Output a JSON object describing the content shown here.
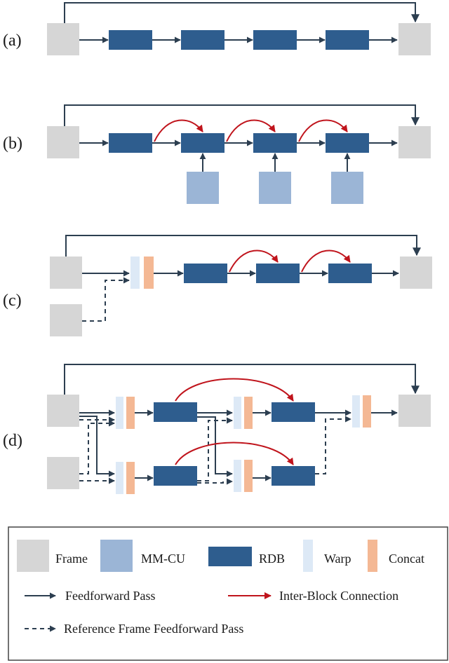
{
  "colors": {
    "frame": "#d6d6d6",
    "mmcu": "#9bb5d6",
    "rdb": "#2e5d8e",
    "warp": "#dde9f6",
    "concat": "#f4b894",
    "feedforward": "#2c3e50",
    "inter_block": "#c0141c",
    "legend_border": "#444444"
  },
  "panels": [
    {
      "id": "a",
      "label": "(a)"
    },
    {
      "id": "b",
      "label": "(b)"
    },
    {
      "id": "c",
      "label": "(c)"
    },
    {
      "id": "d",
      "label": "(d)"
    }
  ],
  "legend": {
    "frame": "Frame",
    "mmcu": "MM-CU",
    "rdb": "RDB",
    "warp": "Warp",
    "concat": "Concat",
    "feedforward": "Feedforward Pass",
    "inter_block": "Inter-Block Connection",
    "reference": "Reference Frame Feedforward Pass"
  }
}
